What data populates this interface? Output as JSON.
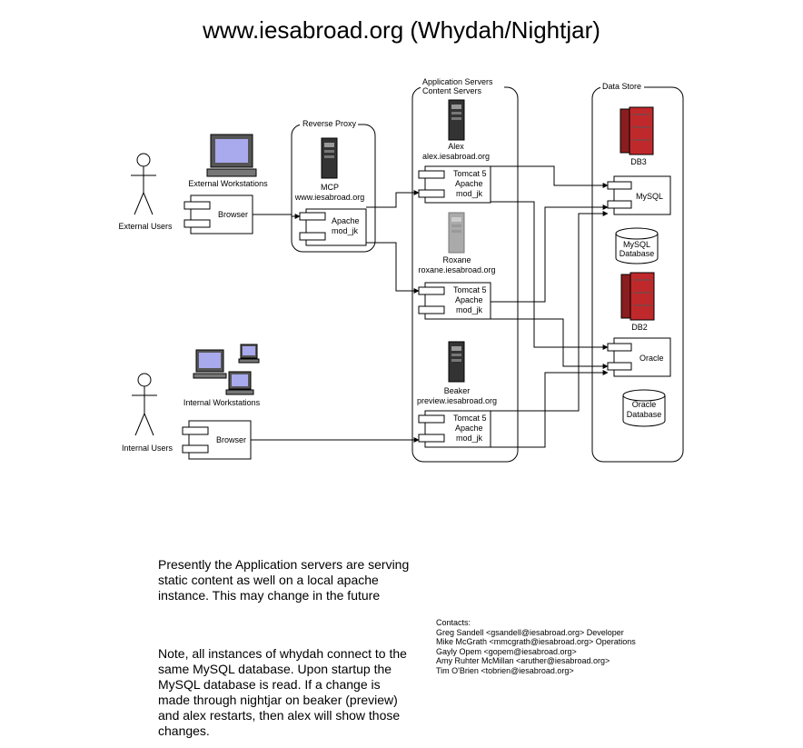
{
  "title": "www.iesabroad.org (Whydah/Nightjar)",
  "actors": {
    "external": "External Users",
    "internal": "Internal Users"
  },
  "workstations": {
    "external": "External Workstations",
    "internal": "Internal Workstations"
  },
  "browser_label": "Browser",
  "groups": {
    "reverse_proxy": "Reverse Proxy",
    "app_servers_line1": "Application Servers",
    "app_servers_line2": "Content Servers",
    "data_store": "Data Store"
  },
  "proxy": {
    "name": "MCP",
    "host": "www.iesabroad.org",
    "component_line1": "Apache",
    "component_line2": "mod_jk"
  },
  "servers": [
    {
      "name": "Alex",
      "host": "alex.iesabroad.org",
      "line1": "Tomcat 5",
      "line2": "Apache",
      "line3": "mod_jk"
    },
    {
      "name": "Roxane",
      "host": "roxane.iesabroad.org",
      "line1": "Tomcat 5",
      "line2": "Apache",
      "line3": "mod_jk"
    },
    {
      "name": "Beaker",
      "host": "preview.iesabroad.org",
      "line1": "Tomcat 5",
      "line2": "Apache",
      "line3": "mod_jk"
    }
  ],
  "datastore": {
    "db3": "DB3",
    "db2": "DB2",
    "mysql": "MySQL",
    "mysql_db_line1": "MySQL",
    "mysql_db_line2": "Database",
    "oracle": "Oracle",
    "oracle_db_line1": "Oracle",
    "oracle_db_line2": "Database"
  },
  "notes": {
    "note1": "Presently the Application servers are serving static content as well on a local apache instance.  This may change in the future",
    "note2": "Note, all instances of whydah connect to the same MySQL database.  Upon startup the MySQL database is read.  If a change is made through nightjar on beaker (preview) and alex restarts, then alex will show those changes."
  },
  "contacts": {
    "heading": "Contacts:",
    "items": [
      "Greg Sandell <gsandell@iesabroad.org> Developer",
      "Mike McGrath <mmcgrath@iesabroad.org> Operations",
      "Gayly Opem <gopem@iesabroad.org>",
      "Amy Ruhter McMillan <aruther@iesabroad.org>",
      "Tim O'Brien <tobrien@iesabroad.org>"
    ]
  },
  "colors": {
    "line": "#000000",
    "monitor_screen": "#a9a9ee",
    "server_gray": "#9a9a9a",
    "db_red": "#c0292b"
  }
}
